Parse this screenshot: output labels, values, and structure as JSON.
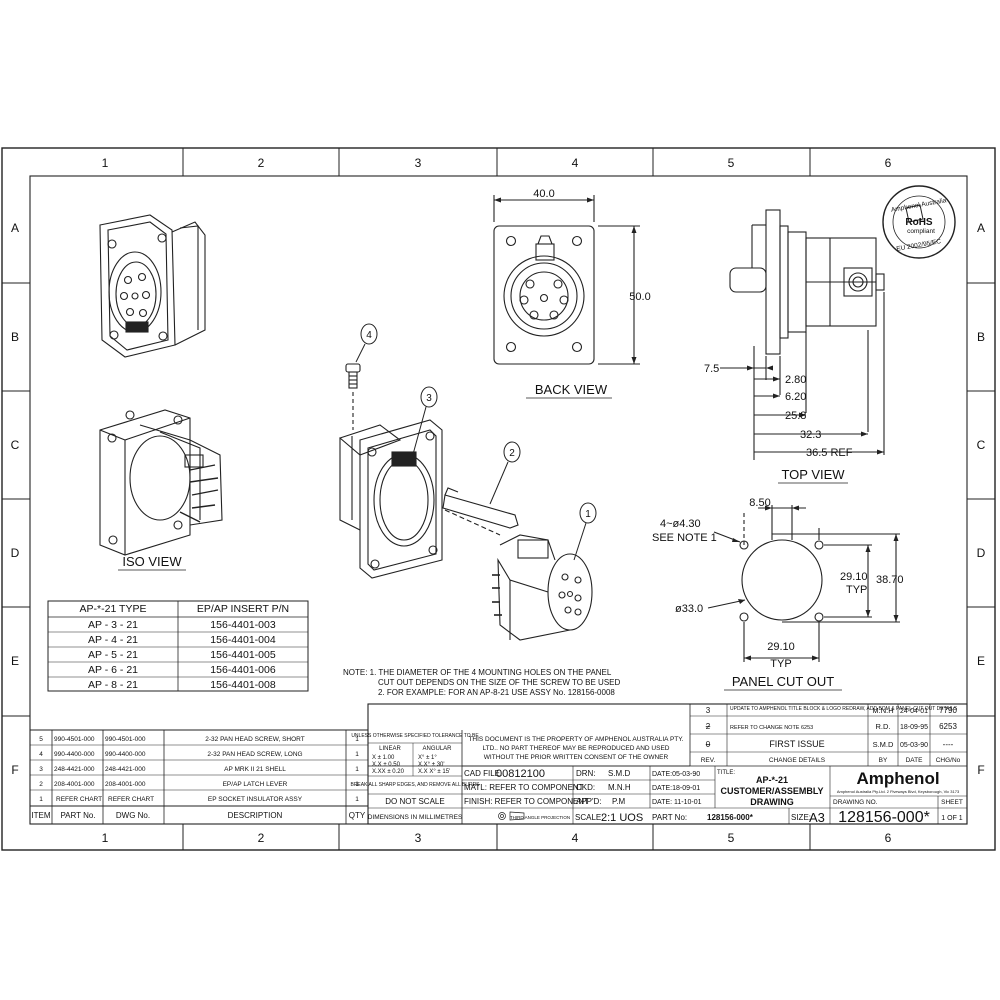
{
  "grid": {
    "columns": [
      "1",
      "2",
      "3",
      "4",
      "5",
      "6"
    ],
    "rows": [
      "A",
      "B",
      "C",
      "D",
      "E",
      "F"
    ]
  },
  "views": {
    "iso": "ISO VIEW",
    "back": "BACK VIEW",
    "top": "TOP VIEW",
    "panel": "PANEL CUT OUT"
  },
  "dimensions": {
    "back_width": "40.0",
    "back_height": "50.0",
    "top": [
      "7.5",
      "2.80",
      "6.20",
      "25.8",
      "32.3",
      "36.5 REF"
    ],
    "panel_pitch": "8.50",
    "panel_holes": "4~ø4.30",
    "panel_see_note": "SEE NOTE 1",
    "panel_h": "29.10",
    "panel_h_typ": "TYP",
    "panel_total": "38.70",
    "panel_dia": "ø33.0",
    "panel_bottom": "29.10",
    "panel_bottom_typ": "TYP"
  },
  "balloons": [
    "4",
    "3",
    "2",
    "1"
  ],
  "rohs": {
    "top": "Amphenol Australia",
    "mid": "RoHS",
    "sub": "compliant",
    "date": "EU 2002/95/EC"
  },
  "type_table": {
    "headers": [
      "AP-*-21 TYPE",
      "EP/AP INSERT P/N"
    ],
    "rows": [
      [
        "AP - 3 - 21",
        "156-4401-003"
      ],
      [
        "AP - 4 - 21",
        "156-4401-004"
      ],
      [
        "AP - 5 - 21",
        "156-4401-005"
      ],
      [
        "AP - 6 - 21",
        "156-4401-006"
      ],
      [
        "AP - 8 - 21",
        "156-4401-008"
      ]
    ]
  },
  "notes": [
    "NOTE: 1. THE DIAMETER OF THE 4 MOUNTING HOLES ON THE PANEL",
    "CUT OUT DEPENDS ON THE SIZE OF THE SCREW TO BE USED",
    "2. FOR EXAMPLE: FOR AN AP-8-21 USE ASSY No. 128156-0008"
  ],
  "bom": {
    "headers": [
      "ITEM",
      "PART No.",
      "DWG No.",
      "DESCRIPTION",
      "QTY"
    ],
    "rows": [
      [
        "5",
        "990-4501-000",
        "990-4501-000",
        "2-32 PAN HEAD SCREW, SHORT",
        "1"
      ],
      [
        "4",
        "990-4400-000",
        "990-4400-000",
        "2-32 PAN HEAD SCREW, LONG",
        "1"
      ],
      [
        "3",
        "248-4421-000",
        "248-4421-000",
        "AP MRK II 21 SHELL",
        "1"
      ],
      [
        "2",
        "208-4001-000",
        "208-4001-000",
        "EP/AP LATCH LEVER",
        "1"
      ],
      [
        "1",
        "REFER CHART",
        "REFER CHART",
        "EP SOCKET INSULATOR ASSY",
        "1"
      ]
    ]
  },
  "revisions": [
    {
      "rev": "3",
      "details": "UPDATE TO AMPHENOL TITLE BLOCK & LOGO REDRAW, ADD BOM & PANEL CUT OUT DETAILS",
      "by": "M.N.H",
      "date": "24-04-01",
      "chg": "7790"
    },
    {
      "rev": "2",
      "details": "REFER TO CHANGE NOTE 6253",
      "by": "R.D.",
      "date": "18-09-95",
      "chg": "6253"
    },
    {
      "rev": "0",
      "details": "FIRST ISSUE",
      "by": "S.M.D",
      "date": "05-03-90",
      "chg": "----"
    }
  ],
  "rev_headers": [
    "REV.",
    "CHANGE DETAILS",
    "BY",
    "DATE",
    "CHG/No"
  ],
  "tolerances": {
    "title": "UNLESS OTHERWISE SPECIFIED TOLERANCE TO BE",
    "linear_label": "LINEAR",
    "angular_label": "ANGULAR",
    "rows": [
      [
        "X ± 1.00",
        "X° ± 1°"
      ],
      [
        "X.X ± 0.50",
        "X.X° ± 30'"
      ],
      [
        "X.XX ± 0.20",
        "X.X X° ± 15'"
      ]
    ],
    "break_edges": "BREAK ALL SHARP EDGES, AND REMOVE ALL BURRS",
    "no_scale": "DO NOT SCALE",
    "dims": "DIMENSIONS IN MILLIMETRES",
    "projection": "THIRD ANGLE PROJECTION"
  },
  "property_notice": [
    "THIS DOCUMENT IS THE PROPERTY OF AMPHENOL AUSTRALIA PTY.",
    "LTD.. NO PART THEREOF MAY BE REPRODUCED AND USED",
    "WITHOUT THE PRIOR WRITTEN CONSENT OF THE OWNER"
  ],
  "title_block": {
    "cad_label": "CAD FILE:",
    "cad_file": "00812100",
    "matl": "MATL: REFER TO COMPONENT",
    "finish": "FINISH: REFER TO COMPONENT",
    "scale_label": "SCALE:",
    "scale": "2:1 UOS",
    "drn_label": "DRN:",
    "drn": "S.M.D",
    "ckd_label": "CKD:",
    "ckd": "M.N.H",
    "appd_label": "APP'D:",
    "appd": "P.M",
    "date1": "DATE:05-03-90",
    "date2": "DATE:18-09-01",
    "date3": "DATE: 11-10-01",
    "part_label": "PART No:",
    "part_no": "128156-000*",
    "title_label": "TITLE:",
    "title1": "AP-*-21",
    "title2": "CUSTOMER/ASSEMBLY",
    "title3": "DRAWING",
    "company": "Amphenol",
    "company_addr": "Amphenol Australia Pty.Ltd. 2 Fiveways Blvd, Keysborough, Vic 3173",
    "drawing_no_label": "DRAWING NO.",
    "drawing_no": "128156-000*",
    "size_label": "SIZE:",
    "size": "A3",
    "sheet_label": "SHEET",
    "sheet": "1 OF 1"
  }
}
